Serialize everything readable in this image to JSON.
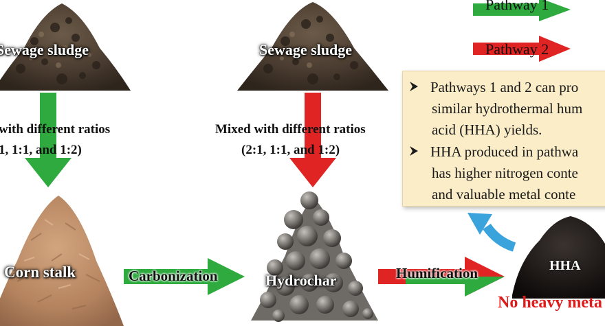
{
  "labels": {
    "sludge_left": "Sewage sludge",
    "sludge_right": "Sewage sludge",
    "corn_stalk": "Corn stalk",
    "hydrochar": "Hydrochar",
    "hha": "HHA",
    "no_heavy_metal": "No heavy meta"
  },
  "mix_left": {
    "line1": "with different ratios",
    "line2": "1, 1:1,  and 1:2)"
  },
  "mix_right": {
    "line1": "Mixed with different ratios",
    "line2": "(2:1, 1:1, and 1:2)"
  },
  "arrows": {
    "carbonization": "Carbonization",
    "humification": "Humification"
  },
  "legend": {
    "pathway1": "Pathway 1",
    "pathway2": "Pathway 2"
  },
  "findings": [
    {
      "line1": "Pathways 1 and 2 can pro",
      "line2": "similar hydrothermal hum",
      "line3": "acid (HHA) yields."
    },
    {
      "line1": "HHA produced in pathwa",
      "line2": "has higher nitrogen conte",
      "line3": "and valuable metal conte"
    }
  ],
  "colors": {
    "pathway1_green": "#2eaa3f",
    "pathway2_red": "#e02424",
    "feedback_blue": "#3aa3dc",
    "box_fill": "#fbedc8",
    "warning_red": "#e01b1b"
  },
  "icons": {
    "bullet": "arrow-bullet-icon"
  }
}
